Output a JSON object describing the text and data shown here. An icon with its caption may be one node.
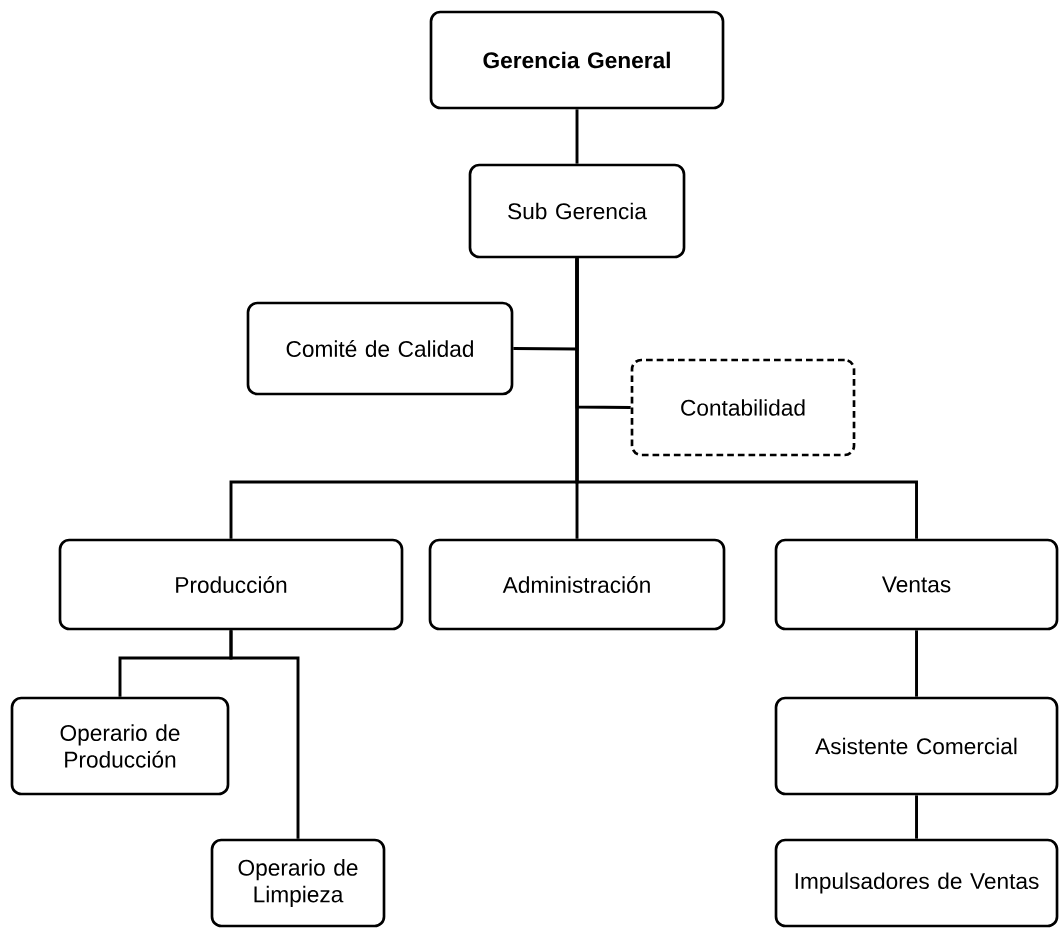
{
  "diagram": {
    "nodes": [
      {
        "text": [
          "Gerencia General"
        ]
      },
      {
        "text": [
          "Sub Gerencia"
        ]
      },
      {
        "text": [
          "Comité de Calidad"
        ]
      },
      {
        "text": [
          "Contabilidad"
        ]
      },
      {
        "text": [
          "Producción"
        ]
      },
      {
        "text": [
          "Administración"
        ]
      },
      {
        "text": [
          "Ventas"
        ]
      },
      {
        "text": [
          "Operario de Producción"
        ]
      },
      {
        "text": [
          "Operario de Limpieza"
        ]
      },
      {
        "text": [
          "Asistente Comercial"
        ]
      },
      {
        "text": [
          "Impulsadores de Ventas"
        ]
      }
    ],
    "edges": [
      {
        "from": 0,
        "to": 1,
        "arrow": "none"
      },
      {
        "from": 1,
        "to": 2,
        "arrow": "none"
      },
      {
        "from": 1,
        "to": 3,
        "arrow": "none"
      },
      {
        "from": 1,
        "to": 4,
        "arrow": "none"
      },
      {
        "from": 1,
        "to": 5,
        "arrow": "none"
      },
      {
        "from": 1,
        "to": 6,
        "arrow": "none"
      },
      {
        "from": 4,
        "to": 7,
        "arrow": "none"
      },
      {
        "from": 4,
        "to": 8,
        "arrow": "none"
      },
      {
        "from": 6,
        "to": 9,
        "arrow": "none"
      },
      {
        "from": 9,
        "to": 10,
        "arrow": "none"
      }
    ]
  }
}
